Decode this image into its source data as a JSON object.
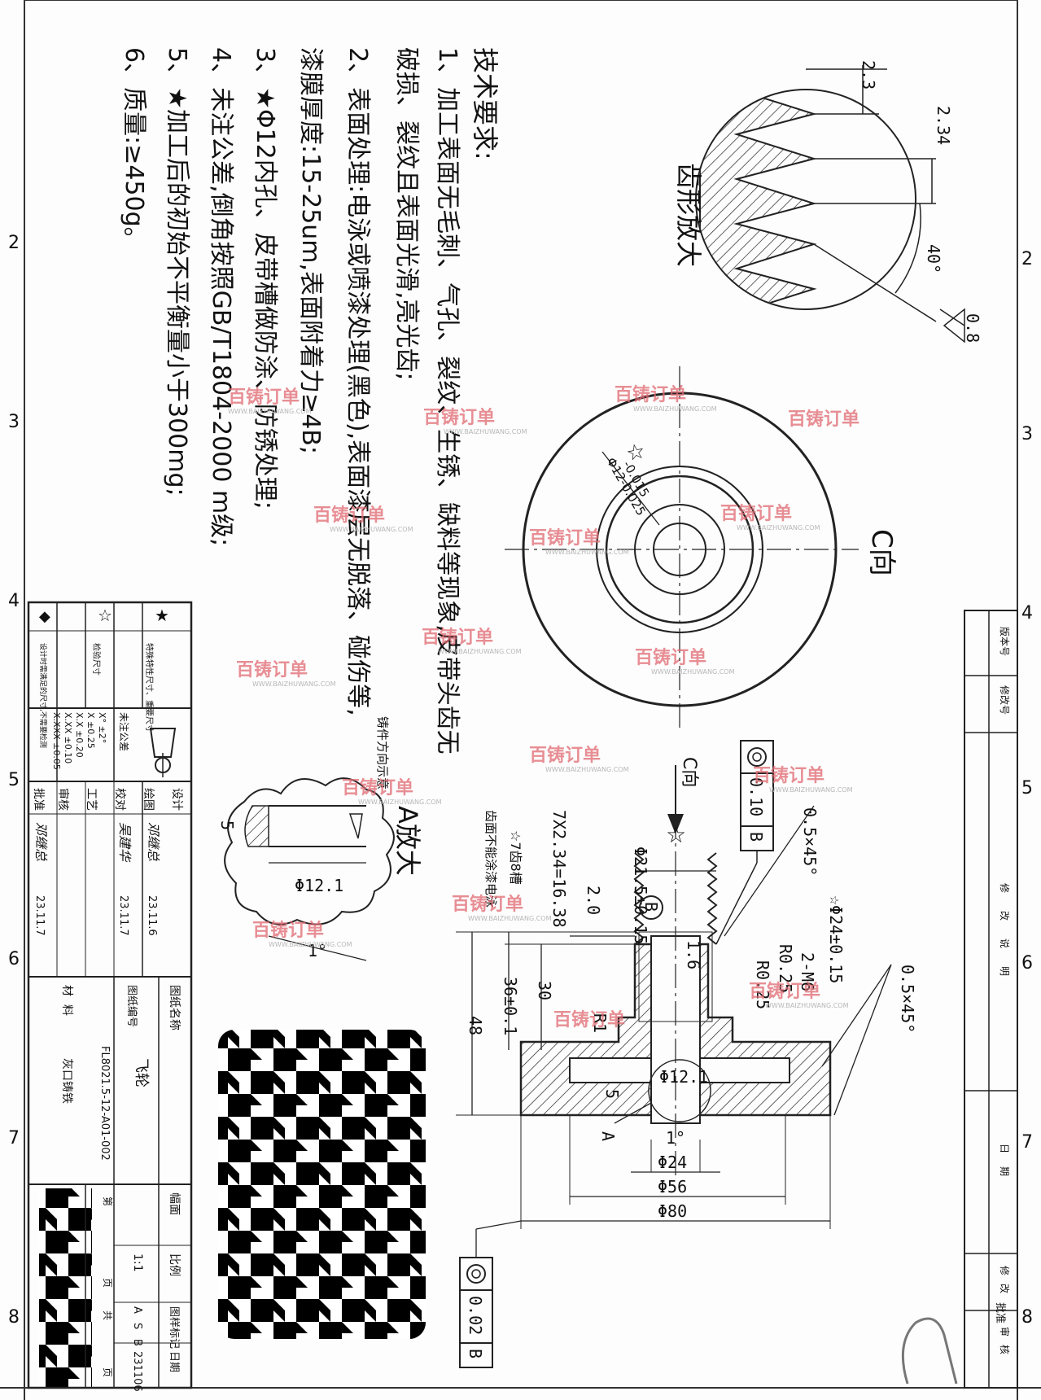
{
  "border_numbers": [
    "2",
    "3",
    "4",
    "5",
    "6",
    "7",
    "8"
  ],
  "tech_requirements": {
    "title": "技术要求:",
    "items": [
      "1、加工表面无毛刺、气孔、裂纹、生锈、缺料等现象,皮带头齿无",
      "破损、裂纹且表面光滑,亮光齿;",
      "2、表面处理:电泳或喷漆处理(黑色),表面漆层无脱落、碰伤等,",
      "漆膜厚度:15-25um,表面附着力≥4B;",
      "3、★Φ12内孔、皮带槽做防涂、防锈处理;",
      "4、未注公差,倒角按照GB/T1804-2000 m级;",
      "5、★加工后的初始不平衡量小于300mg;",
      "6、质量:≥450g。"
    ]
  },
  "tooth_detail": {
    "title": "齿形放大",
    "dim_pitch": "2.3",
    "dim_depth": "2.34",
    "dim_angle": "40°",
    "roughness": "0.8"
  },
  "view_c": {
    "title": "C向",
    "bore_tol_upper": "-0.015",
    "bore_tol_lower": "Φ12-0.025"
  },
  "section": {
    "arrow_label": "C向",
    "coax_tol_top": "0.10",
    "coax_datum_top": "B",
    "chamfer_top": "0.5×45°",
    "chamfer_right": "0.5×45°",
    "d_215": "Φ21.5±0.15",
    "d_24_tol": "☆Φ24±0.15",
    "teeth_spec": "7X2.34=16.38",
    "teeth_note": "☆7齿8槽",
    "teeth_note2": "齿面不能涂漆电泳",
    "datum": "B",
    "d_20": "2.0",
    "r1": "R0.25",
    "r2": "R0.25",
    "thread": "2-M6",
    "rough_16": "1.6",
    "r_small": "R1",
    "h_30": "30",
    "h_36": "36±0.1",
    "h_48": "48",
    "d_12": "Φ12.1",
    "d_5": "5",
    "label_a": "A",
    "angle_1": "1°",
    "d_24": "Φ24",
    "d_56": "Φ56",
    "d_80": "Φ80",
    "coax_tol_bottom": "0.02",
    "coax_datum_bottom": "B"
  },
  "detail_a": {
    "title": "A放大",
    "note": "铸件方向示意",
    "d": "Φ12.1",
    "h": "5",
    "angle": "1°"
  },
  "title_block": {
    "legend": [
      {
        "sym": "★",
        "text": "特殊特性尺寸、重要尺寸"
      },
      {
        "sym": "☆",
        "text": "检验尺寸"
      },
      {
        "sym": "◆",
        "text": "设计时需满足的尺寸,不需要检测"
      }
    ],
    "tol_title": "未注公差",
    "tolerances": [
      "X° ±2°",
      "X ±0.25",
      "X.X ±0.20",
      "X.XX ±0.10",
      "X.XXX ±0.05"
    ],
    "roles": [
      "设计",
      "绘图",
      "校对",
      "工艺",
      "审核",
      "批准"
    ],
    "sign_1": "邓继总",
    "date_1": "23.11.6",
    "sign_2": "吴建华",
    "date_2": "23.11.7",
    "sign_3": "邓继总",
    "date_3": "23.11.7",
    "name_label": "图纸名称",
    "name_value": "飞轮",
    "no_label": "图纸编号",
    "no_value": "FL8021.5-12-A01-002",
    "mat_label": "材料",
    "mat_value": "灰口铸铁",
    "size_label": "幅面",
    "scale_label": "比例",
    "scale_value": "1:1",
    "mark_label": "图样标记",
    "marks": [
      "A",
      "S",
      "B"
    ],
    "date_label": "日期",
    "date_value": "231106",
    "sheet_a": "第",
    "sheet_b": "页",
    "sheet_c": "共",
    "sheet_d": "页"
  },
  "revision_table": {
    "headers": [
      "版本号",
      "修改号",
      "修改说明",
      "日期",
      "修改",
      "审核"
    ]
  },
  "watermark": {
    "brand": "百铸订单",
    "url": "WWW.BAIZHUWANG.COM"
  },
  "corner_mark": "批准"
}
